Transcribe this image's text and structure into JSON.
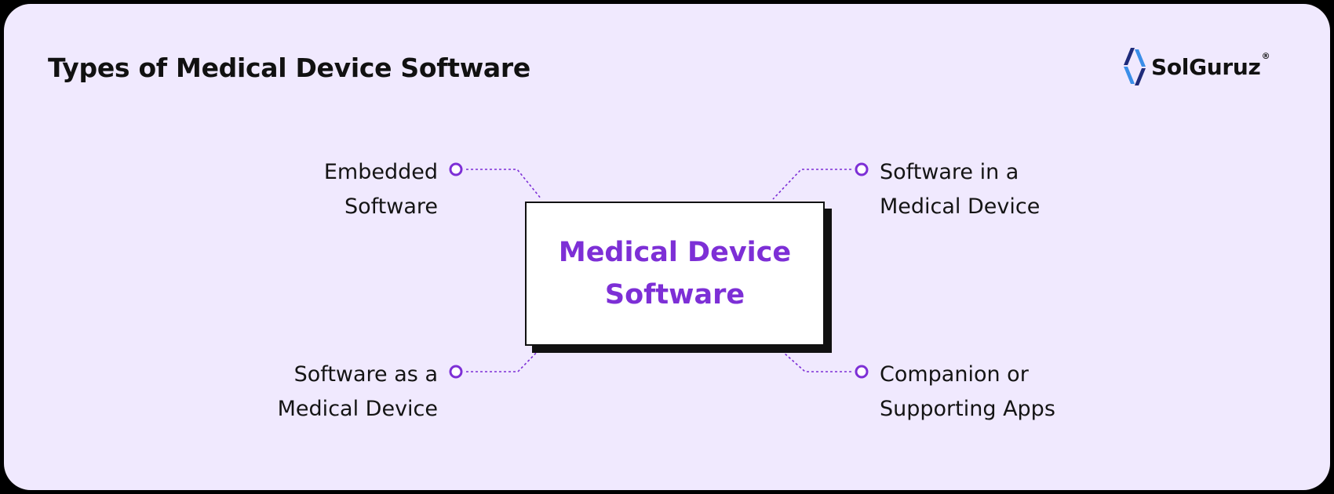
{
  "title": "Types of Medical Device Software",
  "logo": {
    "text": "SolGuruz",
    "mark": "®",
    "icon": "solguruz-logo-icon"
  },
  "colors": {
    "background": "#f0e9fe",
    "accent": "#7d2fd6",
    "text": "#141414",
    "box_border": "#111111"
  },
  "center": {
    "line1": "Medical Device",
    "line2": "Software"
  },
  "nodes": {
    "top_left": {
      "line1": "Embedded",
      "line2": "Software"
    },
    "bottom_left": {
      "line1": "Software as a",
      "line2": "Medical Device"
    },
    "top_right": {
      "line1": "Software in a",
      "line2": "Medical Device"
    },
    "bottom_right": {
      "line1": "Companion or",
      "line2": "Supporting Apps"
    }
  }
}
